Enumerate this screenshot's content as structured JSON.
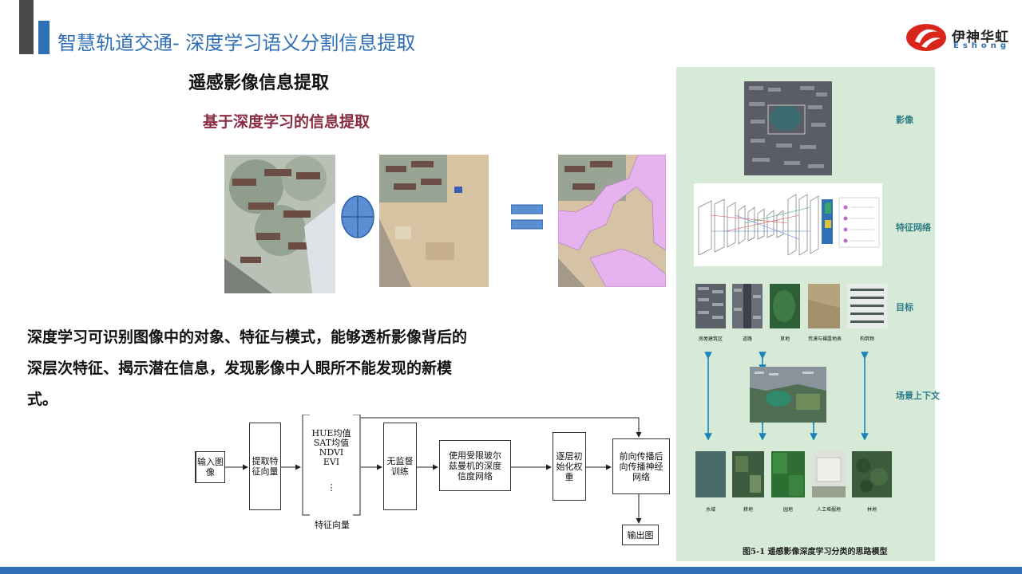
{
  "header": {
    "title": "智慧轨道交通- 深度学习语义分割信息提取",
    "logo_cn": "伊神华虹",
    "logo_en": "Eshong"
  },
  "heading_main": "遥感影像信息提取",
  "heading_sub": "基于深度学习的信息提取",
  "paragraph": "深度学习可识别图像中的对象、特征与模式，能够透析影像背后的深层次特征、揭示潜在信息，发现影像中人眼所不能发现的新模式。",
  "flowchart": {
    "input": "输入图像",
    "extract": "提取特征向量",
    "features": [
      "HUE均值",
      "SAT均值",
      "NDVI",
      "EVI"
    ],
    "ellipsis": "⋮",
    "features_label": "特征向量",
    "unsupervised": "无监督训练",
    "rbm": "使用受限玻尔兹曼机的深度信度网络",
    "init": "逐层初始化权重",
    "bp": "前向传播后向传播神经网络",
    "output": "输出图"
  },
  "panel": {
    "labels": {
      "image": "影像",
      "feature_net": "特征网络",
      "target": "目标",
      "scene": "场景上下文"
    },
    "target_captions": [
      "房屋建筑区",
      "道路",
      "草地",
      "荒漠与裸露地表",
      "构筑物"
    ],
    "scene_captions": [
      "水域",
      "耕地",
      "园地",
      "人工堆掘地",
      "林地"
    ],
    "figure_caption": "图5-1   遥感影像深度学习分类的思路模型"
  },
  "colors": {
    "accent_blue": "#2f6fb5",
    "sub_heading": "#8a2b45",
    "panel_bg": "#d7ead8",
    "panel_label": "#2c7c86",
    "overlay_pink": "#e6b3ee",
    "logo_red": "#d9261c"
  }
}
